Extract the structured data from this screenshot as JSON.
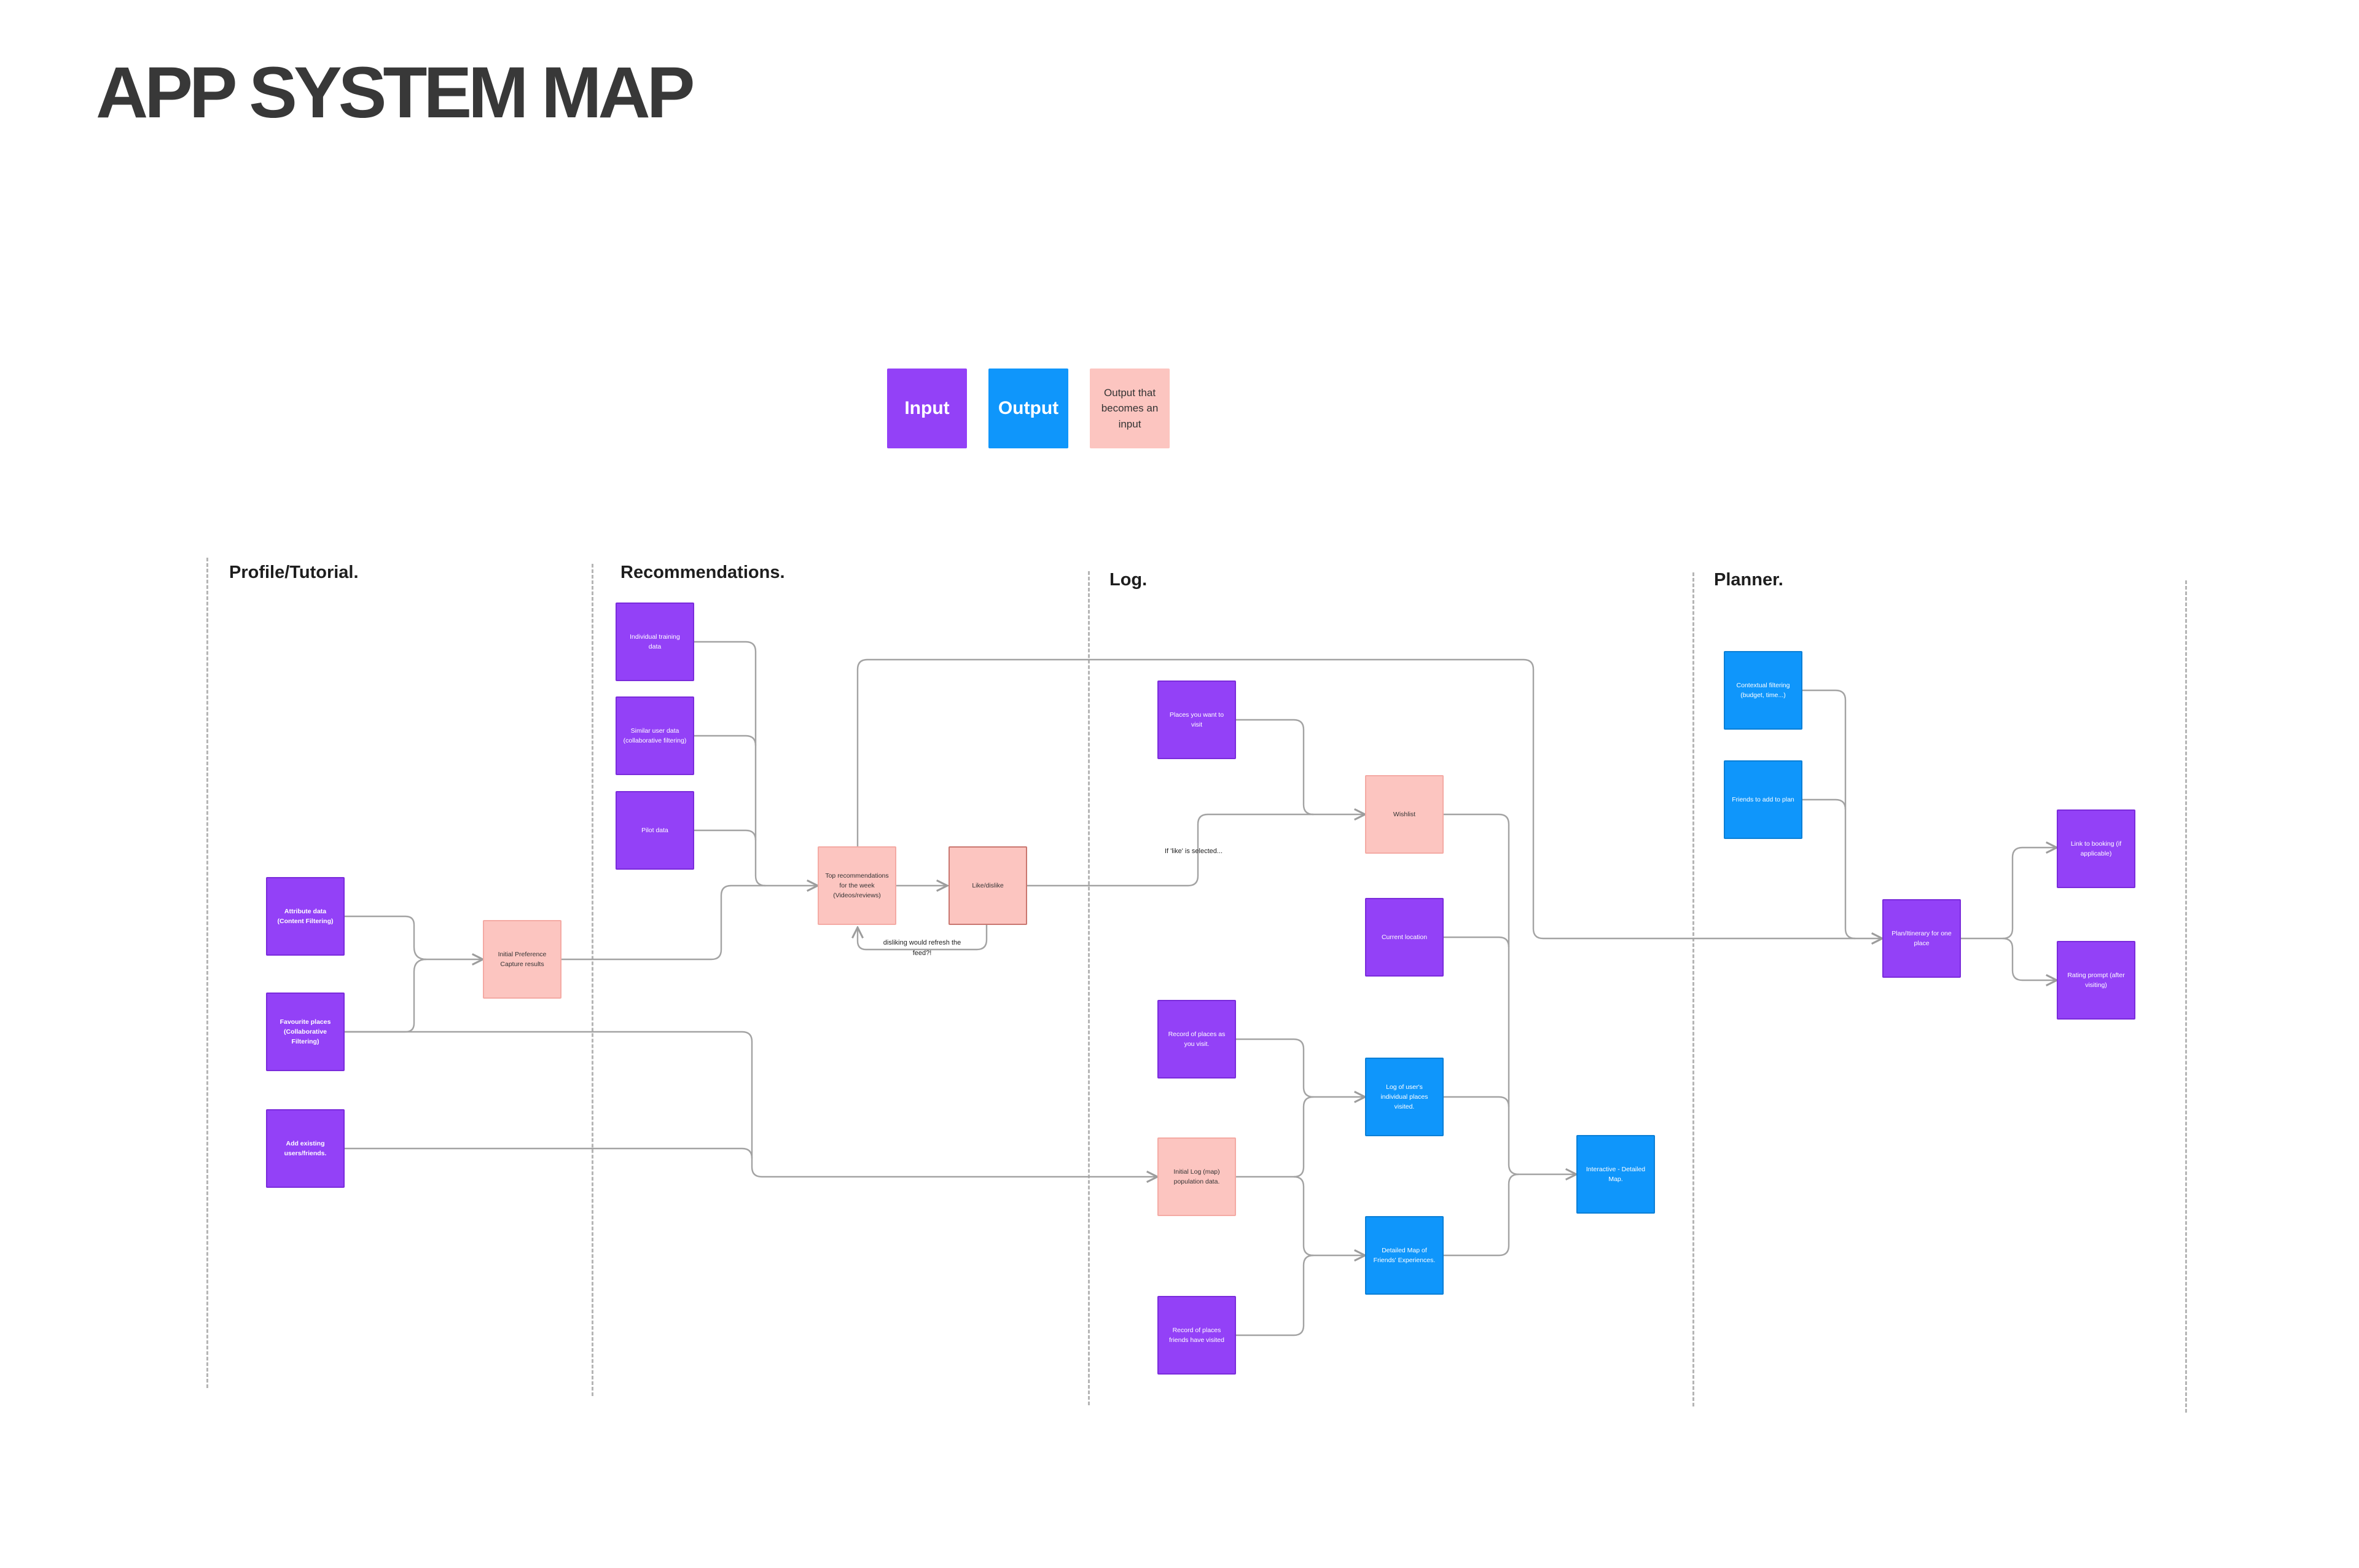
{
  "title": "APP SYSTEM MAP",
  "legend": {
    "input": "Input",
    "output": "Output",
    "output_input": "Output that becomes an input"
  },
  "sections": {
    "profile": "Profile/Tutorial.",
    "recommendations": "Recommendations.",
    "log": "Log.",
    "planner": "Planner."
  },
  "nodes": {
    "attribute_data": "Attribute data (Content Filtering)",
    "favourite_places": "Favourite places (Collaborative Filtering)",
    "add_existing_users": "Add existing users/friends.",
    "initial_preference": "Initial Preference Capture results",
    "individual_training": "Individual training data",
    "similar_user": "Similar user data (collaborative filtering)",
    "pilot_data": "Pilot data",
    "top_recommendations": "Top recommendations for the week (Videos/reviews)",
    "like_dislike": "Like/dislike",
    "places_to_visit": "Places you want to visit",
    "wishlist": "Wishlist",
    "current_location": "Current location",
    "record_places_visit": "Record of places as you visit.",
    "initial_log": "Initial Log (map) population data.",
    "record_friends_visited": "Record of places friends have visited",
    "log_user_places": "Log of user's individual places visited.",
    "detailed_map_friends": "Detailed Map of Friends' Experiences.",
    "interactive_map": "Interactive - Detailed Map.",
    "contextual_filtering": "Contextual filtering (budget, time...)",
    "friends_to_plan": "Friends to add to plan",
    "plan_itinerary": "Plan/Itinerary for one place",
    "link_booking": "Link to booking (if applicable)",
    "rating_prompt": "Rating prompt (after visiting)"
  },
  "notes": {
    "if_like": "If 'like' is selected...",
    "disliking": "disliking would refresh the feed?!"
  },
  "colors": {
    "input": "#9341f7",
    "output": "#0f96fb",
    "output_input": "#fcc5c0",
    "connector": "#9c9c9c"
  }
}
